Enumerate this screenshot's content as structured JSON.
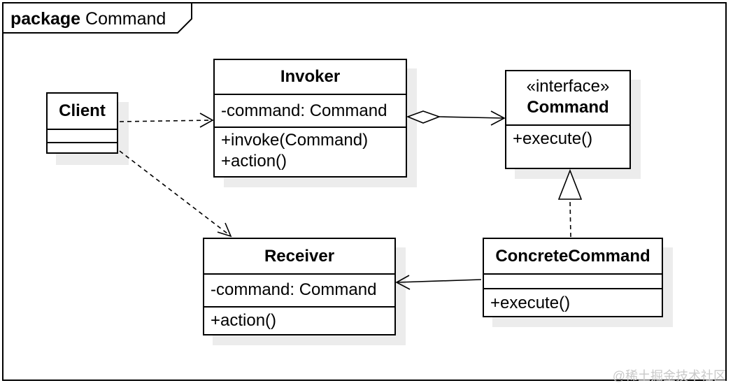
{
  "package": {
    "keyword": "package",
    "name": "Command"
  },
  "classes": {
    "client": {
      "name": "Client"
    },
    "invoker": {
      "name": "Invoker",
      "attribute": "-command: Command",
      "operations": [
        "+invoke(Command)",
        "+action()"
      ]
    },
    "command": {
      "stereotype": "«interface»",
      "name": "Command",
      "operation": "+execute()"
    },
    "receiver": {
      "name": "Receiver",
      "attribute": "-command: Command",
      "operation": "+action()"
    },
    "concrete": {
      "name": "ConcreteCommand",
      "operation": "+execute()"
    }
  },
  "watermark": "@稀土掘金技术社区"
}
